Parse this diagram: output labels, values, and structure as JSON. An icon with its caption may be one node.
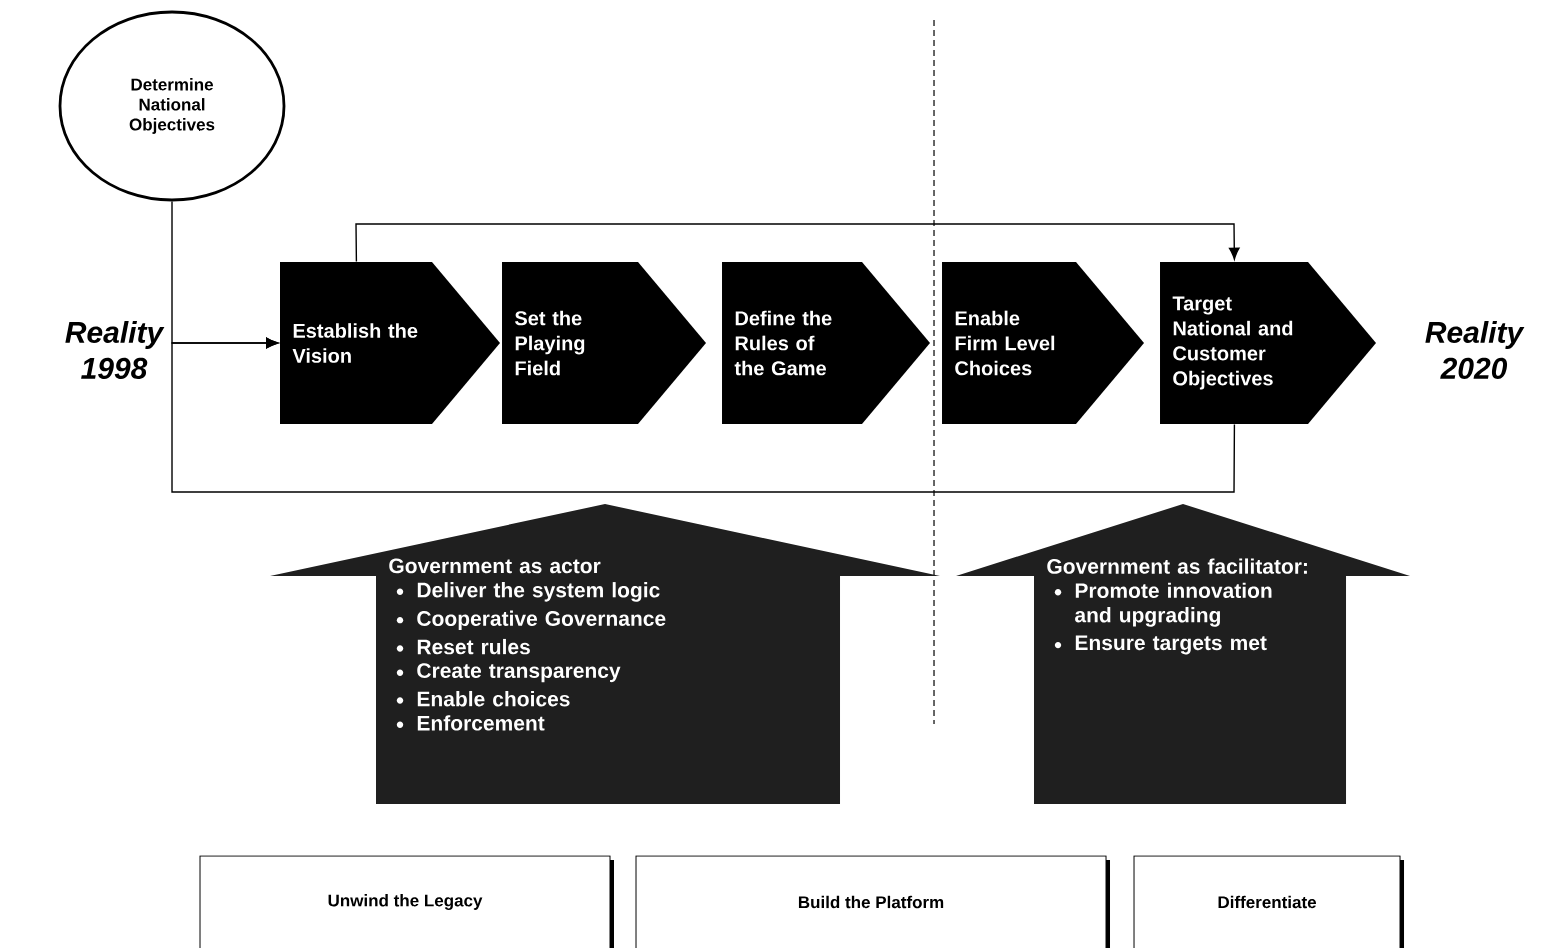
{
  "diagram": {
    "nodes": [
      {
        "text": [
          "Determine National Objectives"
        ]
      },
      {
        "text": [
          "Establish the Vision"
        ]
      },
      {
        "text": [
          "Set the Playing Field"
        ]
      },
      {
        "text": [
          "Define the Rules of the Game"
        ]
      },
      {
        "text": [
          "Enable Firm Level Choices"
        ]
      },
      {
        "text": [
          "Target National and Customer Objectives"
        ]
      },
      {
        "text": [
          "Government as actor",
          "Deliver the system logic",
          "Cooperative Governance",
          "Reset rules",
          "Create transparency",
          "Enable choices",
          "Enforcement"
        ]
      },
      {
        "text": [
          "Government as facilitator:",
          "Promote innovation and upgrading",
          "Ensure targets met"
        ]
      },
      {
        "text": [
          "Unwind the Legacy"
        ]
      },
      {
        "text": [
          "Build the Platform"
        ]
      },
      {
        "text": [
          "Differentiate"
        ]
      }
    ],
    "edges": [
      {
        "from": 0,
        "to": 1,
        "arrow": "to"
      },
      {
        "from": 1,
        "to": 5,
        "arrow": "to"
      },
      {
        "from": 5,
        "to": 1,
        "arrow": "to"
      }
    ],
    "labels": [
      "Reality 1998",
      "Reality 2020"
    ]
  }
}
